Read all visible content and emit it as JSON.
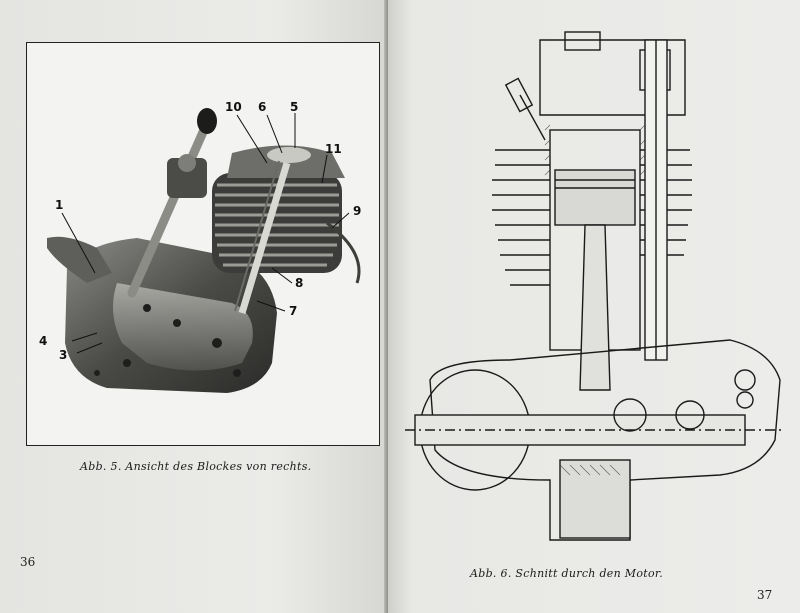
{
  "left_page": {
    "figure_caption": "Abb. 5. Ansicht des Blockes von rechts.",
    "page_number": "36",
    "callouts": [
      "1",
      "3",
      "4",
      "5",
      "6",
      "7",
      "8",
      "9",
      "10",
      "11"
    ]
  },
  "right_page": {
    "figure_caption": "Abb. 6. Schnitt durch den Motor.",
    "page_number": "37"
  },
  "colors": {
    "paper": "#e9e9e6",
    "ink": "#1a1a1a"
  }
}
